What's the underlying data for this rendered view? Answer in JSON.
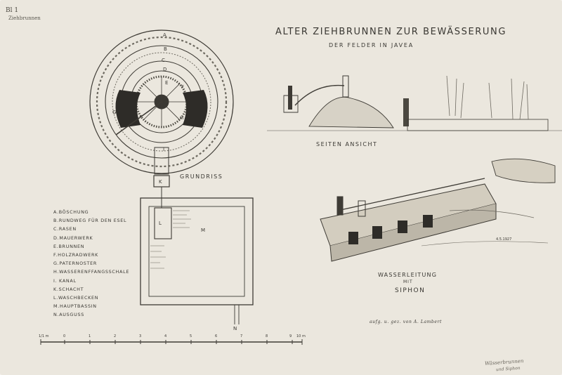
{
  "corner_note": {
    "line1": "Bl 1",
    "line2": "Ziehbrunnen"
  },
  "title": {
    "main": "ALTER ZIEHBRUNNEN ZUR BEWÄSSERUNG",
    "sub": "DER FELDER IN JAVEA"
  },
  "plan": {
    "label": "GRUNDRISS",
    "ring_letters": [
      "A",
      "B",
      "C",
      "D"
    ],
    "inner_letters": [
      "E",
      "F",
      "G",
      "H"
    ],
    "channel_letters": [
      "I",
      "K"
    ],
    "basin_letters": [
      "L",
      "M",
      "N"
    ]
  },
  "legend": [
    "A.BÖSCHUNG",
    "B.RUNDWEG FÜR DEN ESEL",
    "C.RASEN",
    "D.MAUERWERK",
    "E.BRUNNEN",
    "F.HOLZRADWERK",
    "G.PATERNOSTER",
    "H.WASSERENFFANGSSCHALE",
    "I. KANAL",
    "K.SCHACHT",
    "L.WASCHBECKEN",
    "M.HAUPTBASSIN",
    "N.AUSGUSS"
  ],
  "side_view": {
    "label": "SEITEN ANSICHT"
  },
  "conduit": {
    "line1": "WASSERLEITUNG",
    "line2": "MIT",
    "line3": "SIPHON",
    "date": "4.5.1927"
  },
  "credit": "aufg. u. gez. von A. Lambert",
  "scale": {
    "labels": [
      "1/1 m",
      "0",
      "1",
      "2",
      "3",
      "4",
      "5",
      "6",
      "7",
      "8",
      "9",
      "10 m"
    ]
  },
  "hand_note": {
    "line1": "Wässerbrunnen",
    "line2": "und Siphon"
  }
}
